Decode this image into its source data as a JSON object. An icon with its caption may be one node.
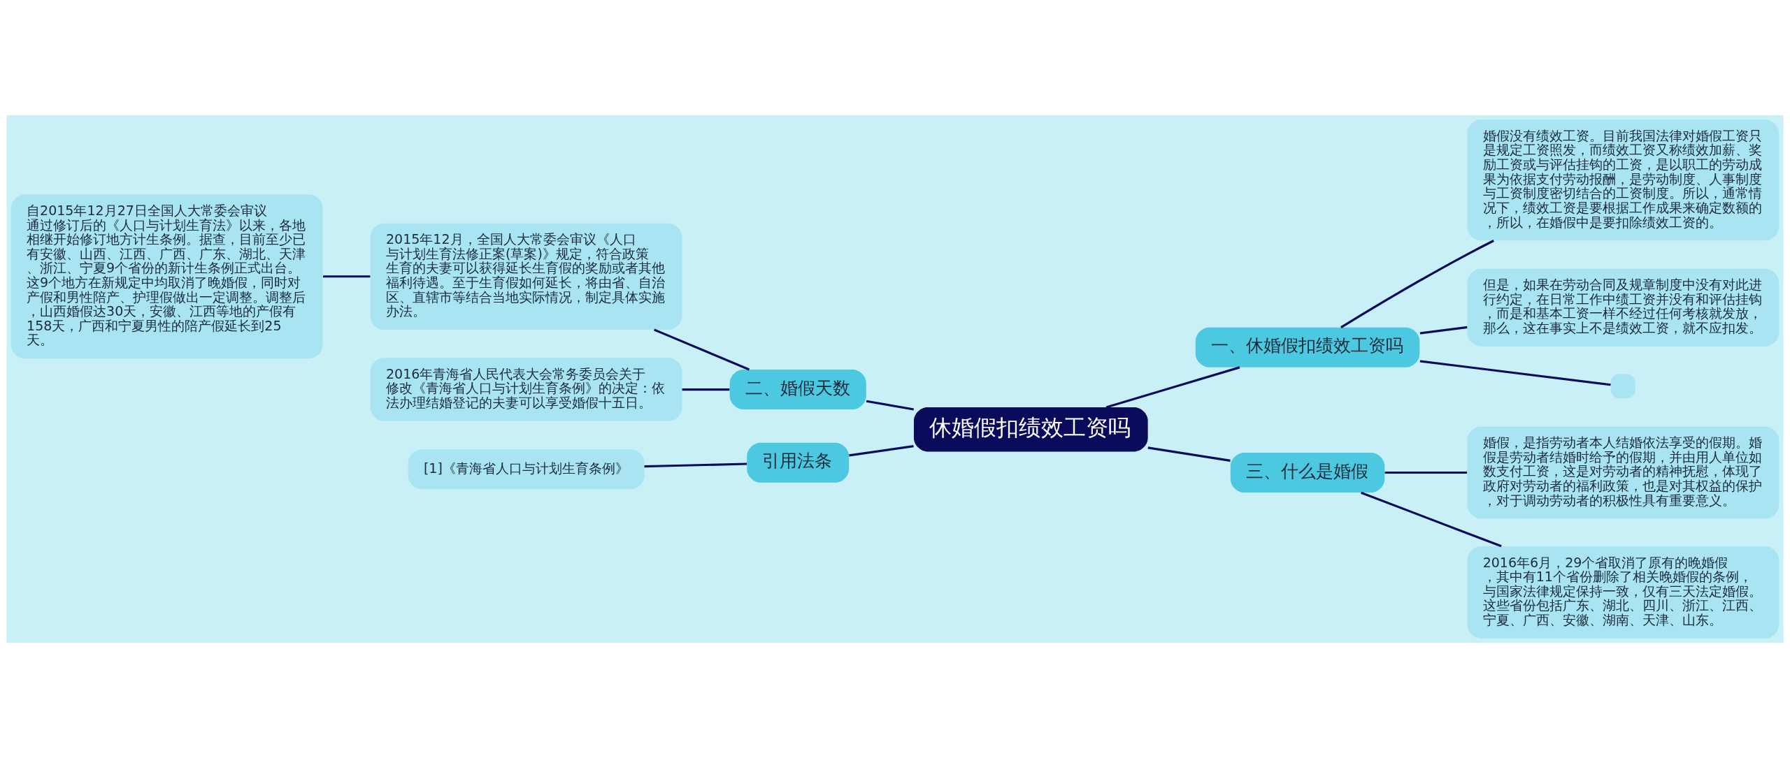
{
  "diagram": {
    "nodes": [
      {
        "text": [
          "休婚假扣绩效工资吗"
        ]
      },
      {
        "text": [
          "一、休婚假扣绩效工资吗"
        ]
      },
      {
        "text": [
          "婚假没有绩效工资。目前我国法律对婚假工资只是规定工资照发，而绩效工资又称绩效加薪、奖励工资或与评估挂钩的工资，是以职工的劳动成果为依据支付劳动报酬，是劳动制度、人事制度与工资制度密切结合的工资制度。所以，通常情况下，绩效工资是要根据工作成果来确定数额的，所以，在婚假中是要扣除绩效工资的。"
        ]
      },
      {
        "text": [
          "但是，如果在劳动合同及规章制度中没有对此进行约定，在日常工作中绩工资并没有和评估挂钩，而是和基本工资一样不经过任何考核就发放，那么，这在事实上不是绩效工资，就不应扣发。"
        ]
      },
      {
        "text": [],
        "shape": "box"
      },
      {
        "text": [
          "二、婚假天数"
        ]
      },
      {
        "text": [
          "2015年12月，全国人大常委会审议《人口与计划生育法修正案(草案)》规定，符合政策生育的夫妻可以获得延长生育假的奖励或者其他福利待遇。至于生育假如何延长，将由省、自治区、直辖市等结合当地实际情况，制定具体实施办法。"
        ]
      },
      {
        "text": [
          "自2015年12月27日全国人大常委会审议通过修订后的《人口与计划生育法》以来，各地相继开始修订地方计生条例。据查，目前至少已有安徽、山西、江西、广西、广东、湖北、天津、浙江、宁夏9个省份的新计生条例正式出台。这9个地方在新规定中均取消了晚婚假，同时对产假和男性陪产、护理假做出一定调整。调整后，山西婚假达30天，安徽、江西等地的产假有158天，广西和宁夏男性的陪产假延长到25天。"
        ]
      },
      {
        "text": [
          "2016年青海省人民代表大会常务委员会关于修改《青海省人口与计划生育条例》的决定：依法办理结婚登记的夫妻可以享受婚假十五日。"
        ]
      },
      {
        "text": [
          "引用法条"
        ]
      },
      {
        "text": [
          "[1]《青海省人口与计划生育条例》"
        ]
      },
      {
        "text": [
          "三、什么是婚假"
        ]
      },
      {
        "text": [
          "婚假，是指劳动者本人结婚依法享受的假期。婚假是劳动者结婚时给予的假期，并由用人单位如数支付工资，这是对劳动者的精神抚慰，体现了政府对劳动者的福利政策，也是对其权益的保护，对于调动劳动者的积极性具有重要意义。"
        ]
      },
      {
        "text": [
          "2016年6月，29个省取消了原有的晚婚假，其中有11个省份删除了相关晚婚假的条例，与国家法律规定保持一致，仅有三天法定婚假。这些省份包括广东、湖北、四川、浙江、江西、宁夏、广西、安徽、湖南、天津、山东。"
        ]
      }
    ],
    "edges": [
      {
        "from": 0,
        "to": 1,
        "arrow": "none"
      },
      {
        "from": 1,
        "to": 2,
        "arrow": "none"
      },
      {
        "from": 1,
        "to": 3,
        "arrow": "none"
      },
      {
        "from": 1,
        "to": 4,
        "arrow": "none"
      },
      {
        "from": 0,
        "to": 5,
        "arrow": "none"
      },
      {
        "from": 5,
        "to": 6,
        "arrow": "none"
      },
      {
        "from": 6,
        "to": 7,
        "arrow": "none"
      },
      {
        "from": 5,
        "to": 8,
        "arrow": "none"
      },
      {
        "from": 0,
        "to": 9,
        "arrow": "none"
      },
      {
        "from": 9,
        "to": 10,
        "arrow": "none"
      },
      {
        "from": 0,
        "to": 11,
        "arrow": "none"
      },
      {
        "from": 11,
        "to": 12,
        "arrow": "none"
      },
      {
        "from": 11,
        "to": 13,
        "arrow": "none"
      }
    ]
  }
}
